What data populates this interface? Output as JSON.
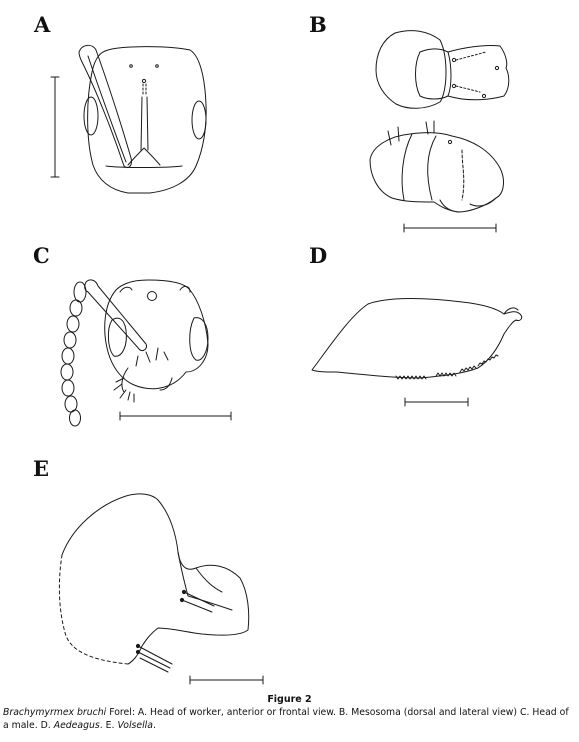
{
  "figure": {
    "panels": [
      {
        "id": "A",
        "label": "A"
      },
      {
        "id": "B",
        "label": "B"
      },
      {
        "id": "C",
        "label": "C"
      },
      {
        "id": "D",
        "label": "D"
      },
      {
        "id": "E",
        "label": "E"
      }
    ]
  },
  "caption": {
    "title": "Figure 2",
    "species": "Brachymyrmex bruchi",
    "text_a": " Forel: A. Head of worker, anterior or frontal view. B. Mesosoma (dorsal and lateral view) C. Head of a male. D. ",
    "term_d": "Aedeagus",
    "text_b": ". E. ",
    "term_e": "Volsella",
    "text_c": "."
  }
}
